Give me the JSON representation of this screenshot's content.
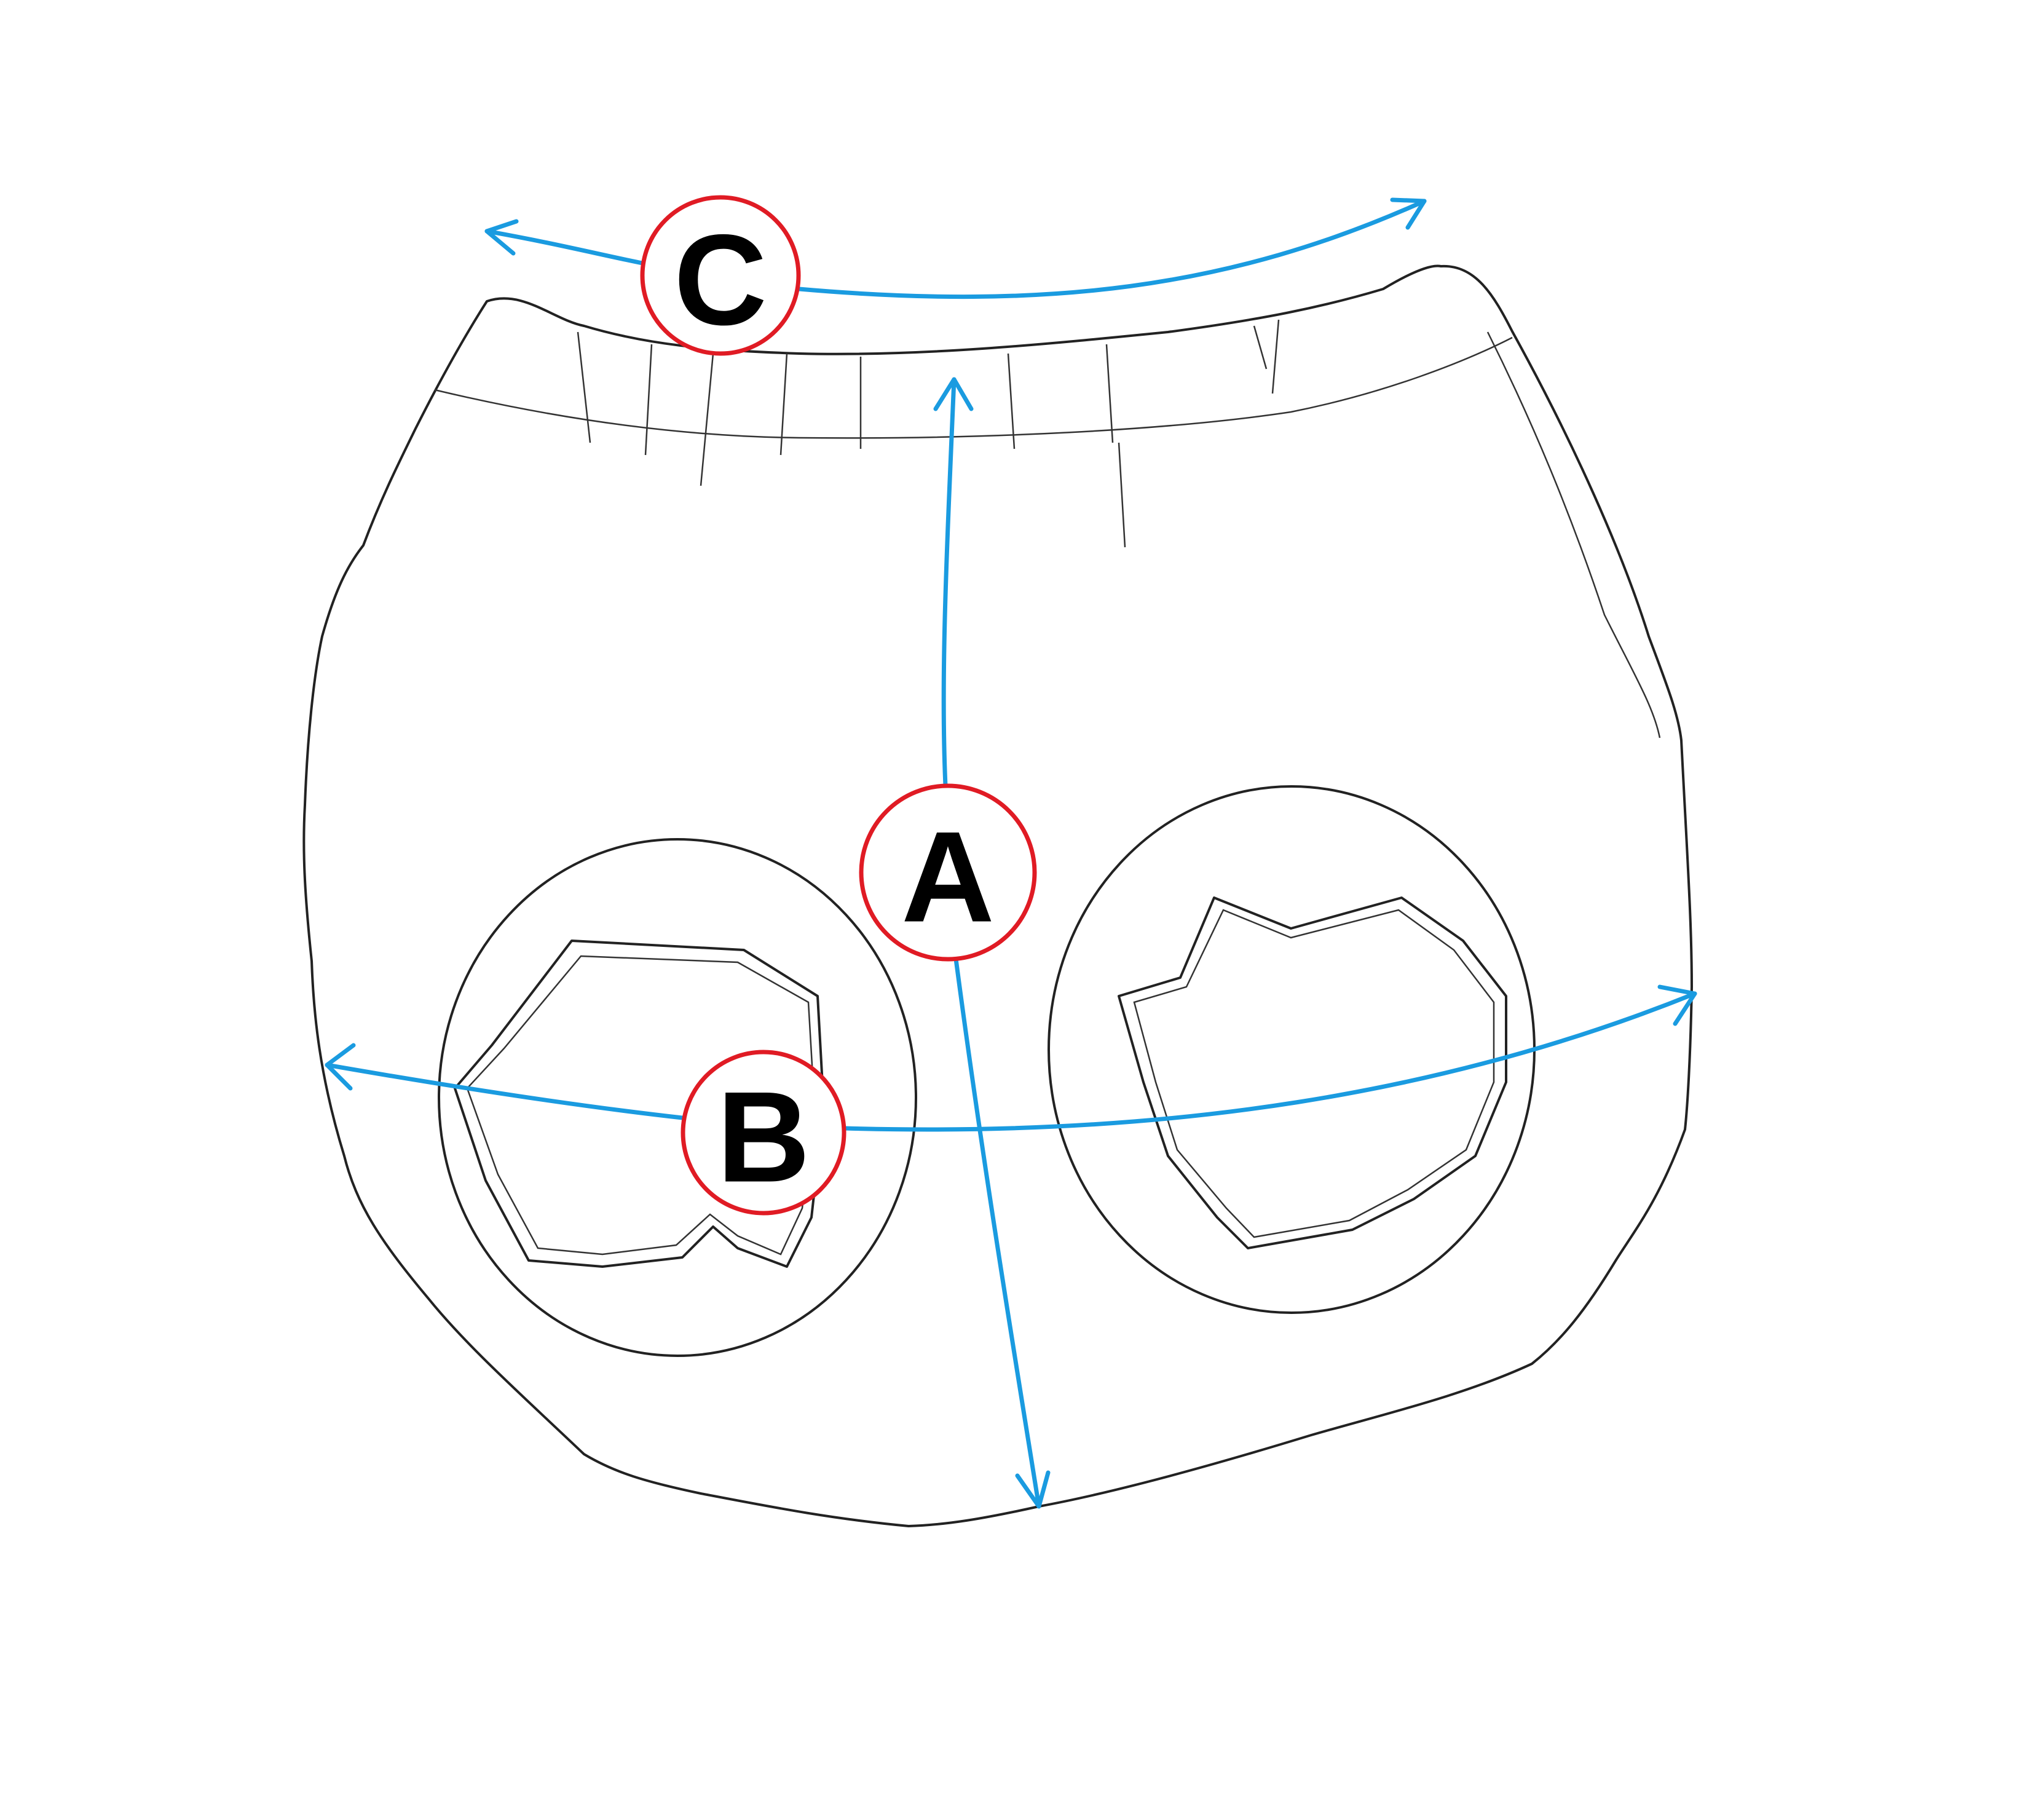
{
  "diagram": {
    "subject": "bloomers",
    "measurements": [
      {
        "label": "A"
      },
      {
        "label": "B"
      },
      {
        "label": "C"
      }
    ],
    "colors": {
      "arrow": "#1a9be0",
      "badge_ring": "#e01b24",
      "outline": "#222222"
    }
  }
}
